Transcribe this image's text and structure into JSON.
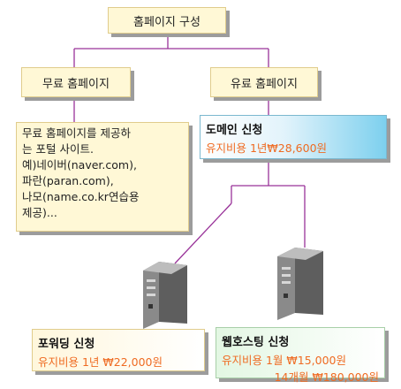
{
  "root": {
    "label": "홈페이지 구성"
  },
  "free": {
    "label": "무료 홈페이지",
    "description": "무료 홈페이지를 제공하\n는 포털 사이트.\n예)네이버(naver.com),\n파란(paran.com),\n나모(name.co.kr연습용\n제공)..."
  },
  "paid": {
    "label": "유료 홈페이지"
  },
  "domain": {
    "title": "도메인 신청",
    "price": "유지비용 1년₩28,600원"
  },
  "forwarding": {
    "title": "포워딩 신청",
    "price": "유지비용 1년  ₩22,000원"
  },
  "hosting": {
    "title": "웹호스팅 신청",
    "price_monthly": "유지비용 1월  ₩15,000원",
    "price_yearly": "14개월 ₩180,000원"
  },
  "colors": {
    "connector": "#993399",
    "price": "#ef6b22"
  },
  "icons": [
    "server-tower-icon",
    "server-tower-icon"
  ]
}
